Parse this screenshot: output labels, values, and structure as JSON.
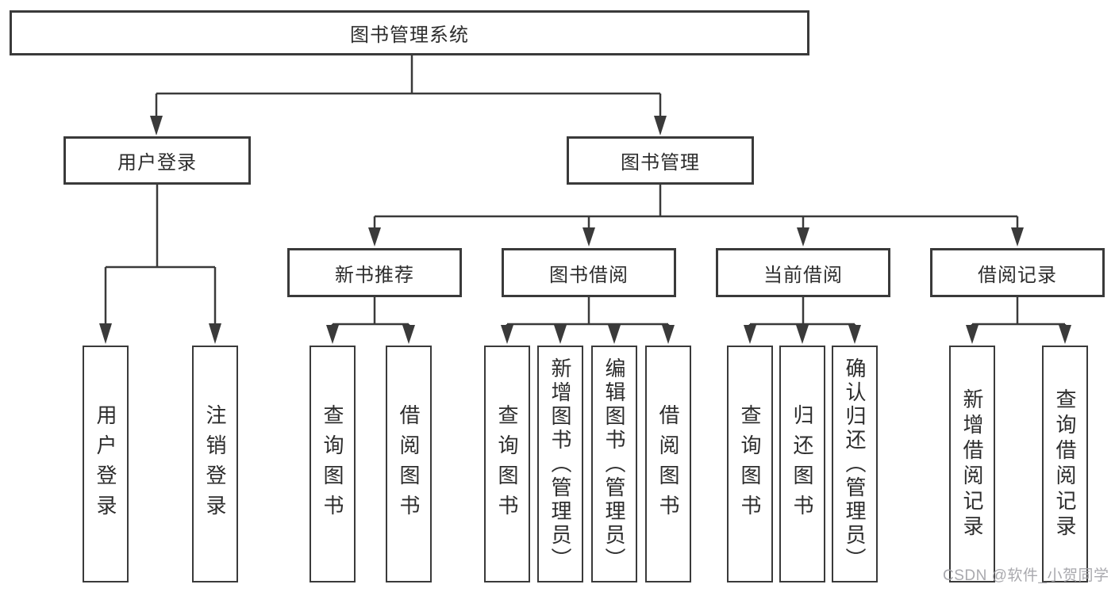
{
  "diagram_title": "图书管理系统",
  "colors": {
    "line": "#3a3a3a",
    "box_border": "#3a3a3a",
    "text": "#2d2d2d",
    "background": "#ffffff",
    "watermark": "#a4a4aa"
  },
  "nodes": {
    "root": {
      "label": "图书管理系统"
    },
    "user_login": {
      "label": "用户登录"
    },
    "book_mgmt": {
      "label": "图书管理"
    },
    "new_book_rec": {
      "label": "新书推荐"
    },
    "book_borrow": {
      "label": "图书借阅"
    },
    "current_borrow": {
      "label": "当前借阅"
    },
    "borrow_record": {
      "label": "借阅记录"
    },
    "leaves": {
      "user_login_leaf": {
        "label": "用户登录"
      },
      "logout_leaf": {
        "label": "注销登录"
      },
      "rec_query_books": {
        "label": "查询图书"
      },
      "rec_borrow_books": {
        "label": "借阅图书"
      },
      "bb_query_books": {
        "label": "查询图书"
      },
      "bb_add_books": {
        "label": "新增图书（管理员）"
      },
      "bb_edit_books": {
        "label": "编辑图书（管理员）"
      },
      "bb_borrow_books": {
        "label": "借阅图书"
      },
      "cb_query_books": {
        "label": "查询图书"
      },
      "cb_return_books": {
        "label": "归还图书"
      },
      "cb_confirm_return": {
        "label": "确认归还（管理员）"
      },
      "br_add_record": {
        "label": "新增借阅记录"
      },
      "br_query_record": {
        "label": "查询借阅记录"
      }
    }
  },
  "watermark": {
    "text": "CSDN @软件_小贺同学"
  }
}
